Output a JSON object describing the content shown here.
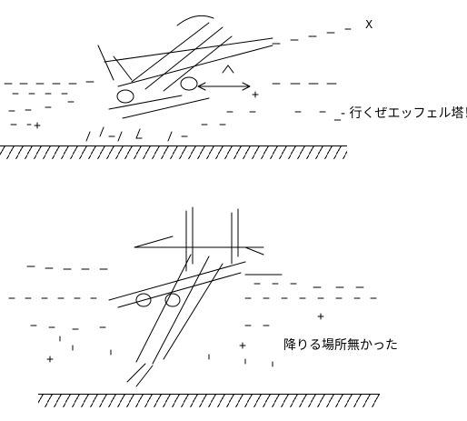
{
  "panels": [
    {
      "caption": "_- 行くぜエッフェル塔！",
      "flash_mark": "X"
    },
    {
      "caption": "降りる場所無かった"
    }
  ]
}
